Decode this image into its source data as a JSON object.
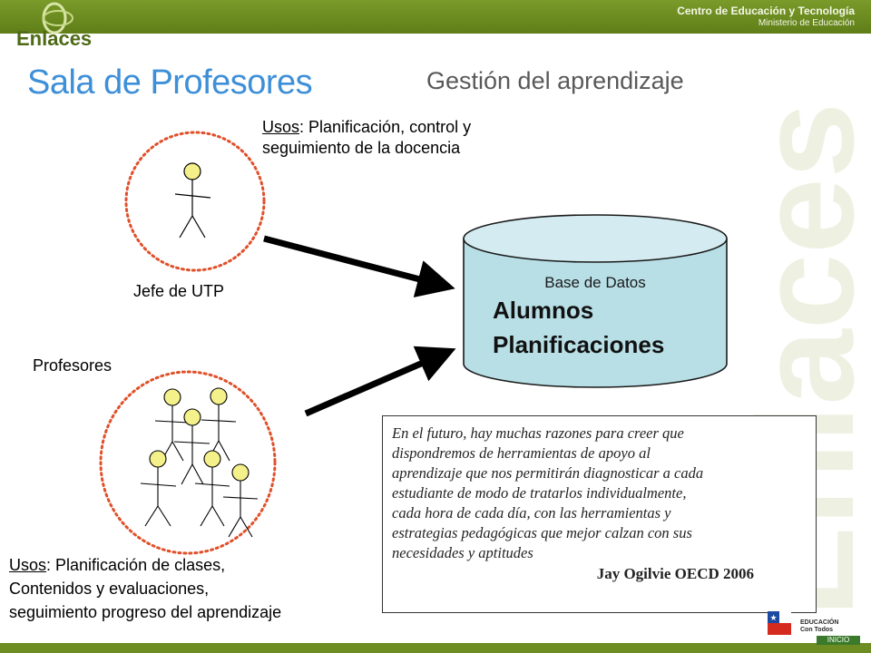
{
  "header": {
    "org_line1": "Centro de Educación y Tecnología",
    "org_line2": "Ministerio de Educación",
    "logo": "Enlaces"
  },
  "watermark": {
    "text": "Enlaces"
  },
  "slide": {
    "title": "Sala de Profesores",
    "subtitle": "Gestión del aprendizaje"
  },
  "utp": {
    "usos_label": "Usos",
    "usos_text_1": ": Planificación, control y",
    "usos_text_2": "seguimiento de la docencia",
    "role_label": "Jefe de UTP"
  },
  "profesores": {
    "role_label": "Profesores",
    "usos_label": "Usos",
    "usos_text_1": ": Planificación de clases,",
    "usos_text_2": "Contenidos y evaluaciones,",
    "usos_text_3": "seguimiento progreso del aprendizaje"
  },
  "database": {
    "label": "Base de Datos",
    "item1": "Alumnos",
    "item2": "Planificaciones"
  },
  "quote": {
    "line1": "En el futuro, hay muchas razones para creer que",
    "line2": "dispondremos de herramientas de apoyo al",
    "line3": "aprendizaje que nos permitirán diagnosticar a cada",
    "line4": "estudiante de modo de tratarlos individualmente,",
    "line5": "cada hora de cada día, con las herramientas y",
    "line6": "estrategias pedagógicas que mejor calzan con sus",
    "line7": "necesidades y aptitudes",
    "author": "Jay Ogilvie OECD 2006"
  },
  "footer": {
    "seal_line1": "EDUCACIÓN",
    "seal_line2": "Con Todos",
    "button": "INICIO"
  },
  "colors": {
    "brand_green": "#6d8c22",
    "title_blue": "#3d8fd8",
    "dotted_circle": "#e0502a",
    "db_fill": "#b8dfe6",
    "arrow": "#000000"
  }
}
